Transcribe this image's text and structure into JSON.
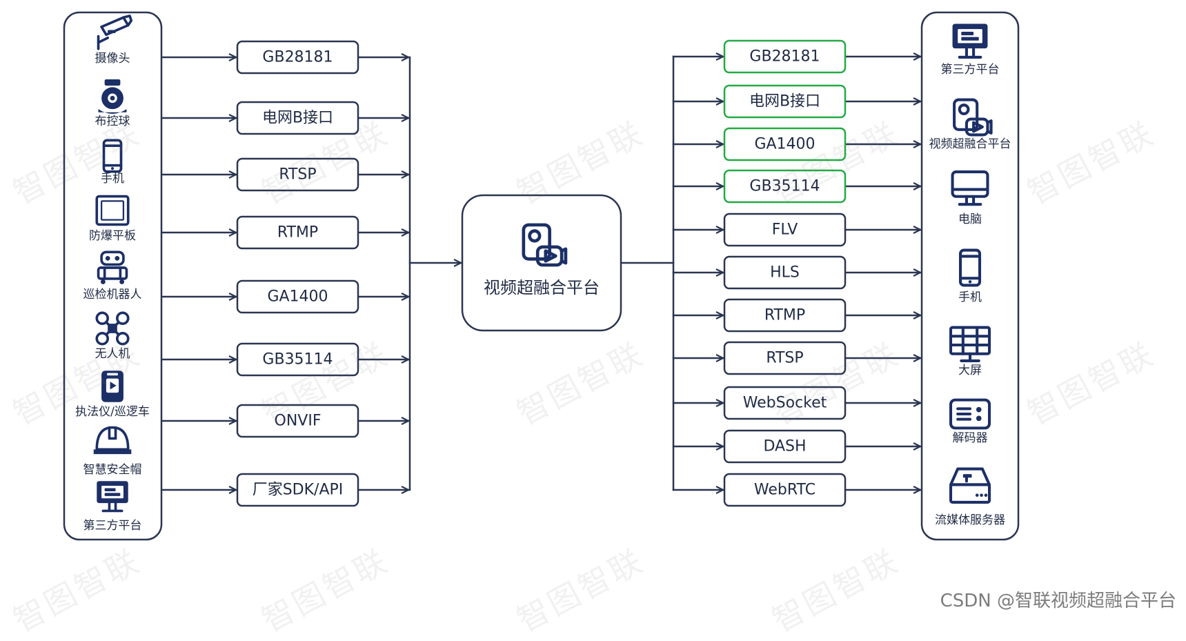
{
  "colors": {
    "stroke": "#2a3550",
    "accent_green": "#22aa44",
    "icon": "#1c2f66"
  },
  "watermark_text": "智图智联",
  "credit": "CSDN @智联视频超融合平台",
  "center": {
    "label": "视频超融合平台",
    "icon": "video-platform-icon"
  },
  "devices": [
    {
      "label": "摄像头",
      "icon": "cctv-camera-icon"
    },
    {
      "label": "布控球",
      "icon": "dome-camera-icon"
    },
    {
      "label": "手机",
      "icon": "phone-icon"
    },
    {
      "label": "防爆平板",
      "icon": "tablet-icon"
    },
    {
      "label": "巡检机器人",
      "icon": "robot-icon"
    },
    {
      "label": "无人机",
      "icon": "drone-icon"
    },
    {
      "label": "执法仪/巡逻车",
      "icon": "body-camera-icon"
    },
    {
      "label": "智慧安全帽",
      "icon": "helmet-icon"
    },
    {
      "label": "第三方平台",
      "icon": "monitor-icon"
    }
  ],
  "input_protocols": [
    "GB28181",
    "电网B接口",
    "RTSP",
    "RTMP",
    "GA1400",
    "GB35114",
    "ONVIF",
    "厂家SDK/API"
  ],
  "output_protocols": [
    {
      "label": "GB28181",
      "highlight": true
    },
    {
      "label": "电网B接口",
      "highlight": true
    },
    {
      "label": "GA1400",
      "highlight": true
    },
    {
      "label": "GB35114",
      "highlight": true
    },
    {
      "label": "FLV",
      "highlight": false
    },
    {
      "label": "HLS",
      "highlight": false
    },
    {
      "label": "RTMP",
      "highlight": false
    },
    {
      "label": "RTSP",
      "highlight": false
    },
    {
      "label": "WebSocket",
      "highlight": false
    },
    {
      "label": "DASH",
      "highlight": false
    },
    {
      "label": "WebRTC",
      "highlight": false
    }
  ],
  "consumers": [
    {
      "label": "第三方平台",
      "icon": "monitor-icon"
    },
    {
      "label": "视频超融合平台",
      "icon": "video-platform-icon"
    },
    {
      "label": "电脑",
      "icon": "computer-icon"
    },
    {
      "label": "手机",
      "icon": "phone-icon"
    },
    {
      "label": "大屏",
      "icon": "video-wall-icon"
    },
    {
      "label": "解码器",
      "icon": "decoder-icon"
    },
    {
      "label": "流媒体服务器",
      "icon": "server-icon"
    }
  ]
}
